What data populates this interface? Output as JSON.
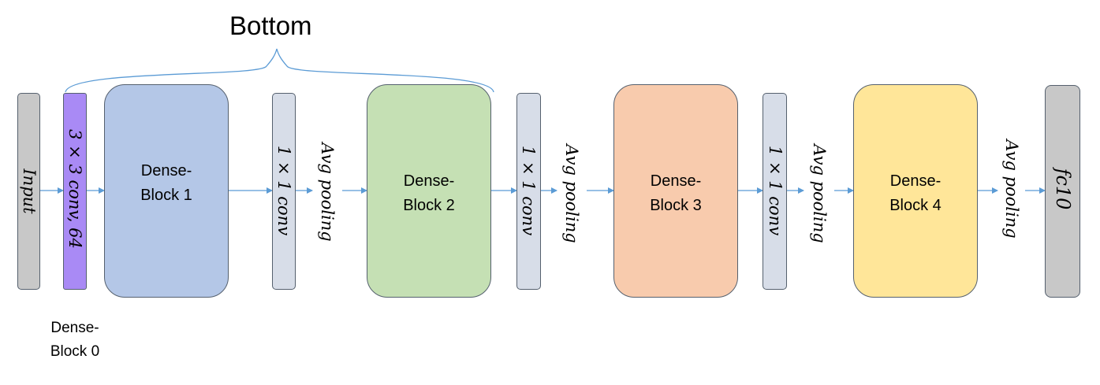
{
  "title": "Bottom",
  "colors": {
    "input": "#c8c8c8",
    "conv0": "#a98af5",
    "transition": "#d7dde8",
    "block1": "#b4c7e7",
    "block2": "#c5e0b4",
    "block3": "#f8cbad",
    "block4": "#ffe699",
    "fc": "#c8c8c8",
    "arrow": "#5b9bd5"
  },
  "labels": {
    "input": "Input",
    "conv0": "3 × 3 conv, 64",
    "transition_conv": "1 × 1 conv",
    "avg_pooling": "Avg pooling",
    "fc": "fc10"
  },
  "blocks": {
    "block0": "Dense-\nBlock 0",
    "block1": "Dense-\nBlock 1",
    "block2": "Dense-\nBlock 2",
    "block3": "Dense-\nBlock 3",
    "block4": "Dense-\nBlock 4"
  }
}
